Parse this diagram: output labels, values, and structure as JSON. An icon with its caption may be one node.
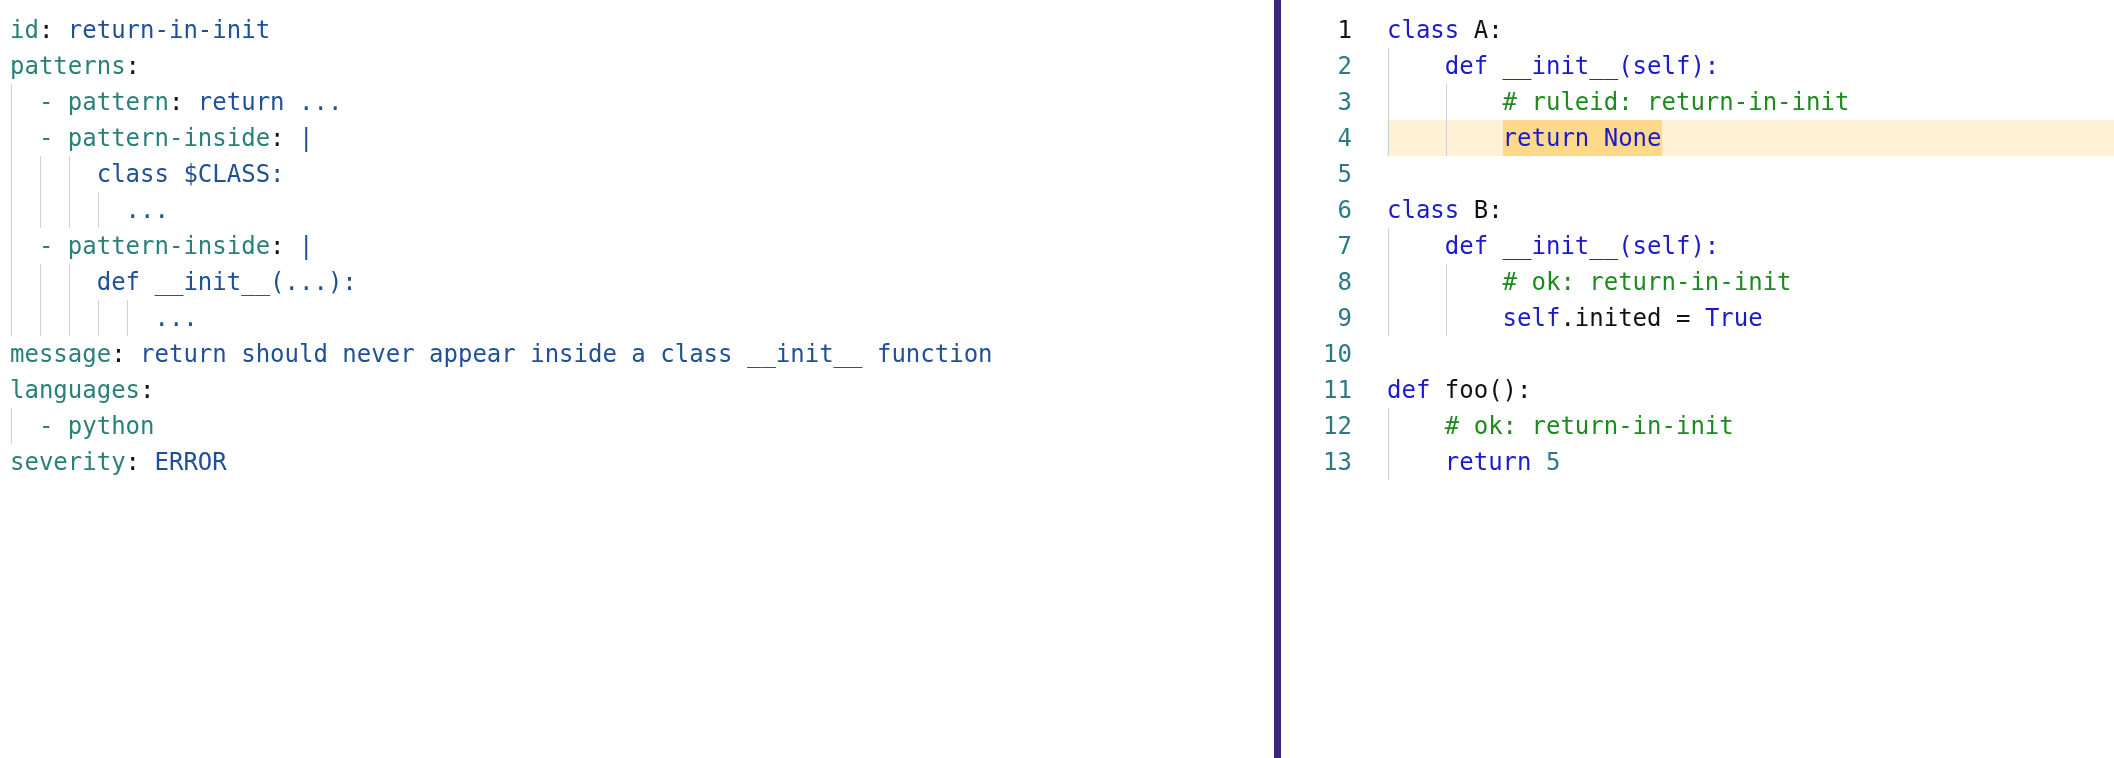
{
  "diagram": {
    "labels": [
      "id: return-in-init",
      "patterns:",
      "- pattern: return ...",
      "- pattern-inside: |",
      "class $CLASS:",
      "...",
      "- pattern-inside: |",
      "def __init__(...):",
      "...",
      "message: return should never appear inside a class __init__ function",
      "languages:",
      "- python",
      "severity: ERROR",
      "1",
      "class A:",
      "2",
      "def __init__(self):",
      "3",
      "# ruleid: return-in-init",
      "4",
      "return None",
      "5",
      "6",
      "class B:",
      "7",
      "def __init__(self):",
      "8",
      "# ok: return-in-init",
      "9",
      "self.inited = True",
      "10",
      "11",
      "def foo():",
      "12",
      "# ok: return-in-init",
      "13",
      "return 5"
    ]
  }
}
